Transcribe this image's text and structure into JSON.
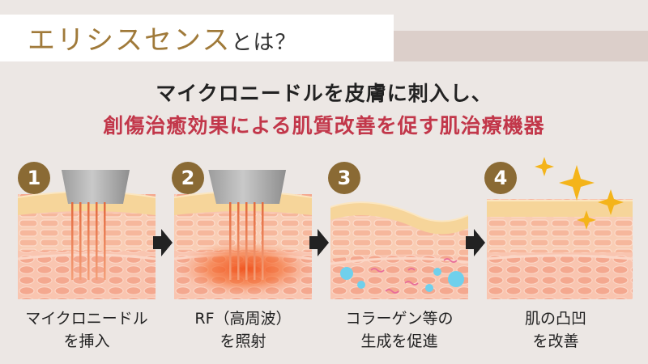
{
  "title": {
    "main": "エリシスセンス",
    "suffix": "とは？"
  },
  "headline": {
    "line1": "マイクロニードルを皮膚に刺入し、",
    "line2": "創傷治癒効果による肌質改善を促す肌治療機器"
  },
  "steps": [
    {
      "number": "1",
      "caption_line1": "マイクロニードル",
      "caption_line2": "を挿入"
    },
    {
      "number": "2",
      "caption_line1": "RF（高周波）",
      "caption_line2": "を照射"
    },
    {
      "number": "3",
      "caption_line1": "コラーゲン等の",
      "caption_line2": "生成を促進"
    },
    {
      "number": "4",
      "caption_line1": "肌の凸凹",
      "caption_line2": "を改善"
    }
  ],
  "colors": {
    "accent_gold": "#a07a3a",
    "badge_brown": "#8a6a34",
    "headline_red": "#c2374a",
    "skin_top": "#f6d59a",
    "skin_mid": "#f7c3ae",
    "skin_cells": "#f6b09a",
    "needle_red": "#e0593a",
    "rf_glow": "#f05a1e",
    "collagen_blue": "#6fd0ec",
    "sparkle": "#f4b41a"
  },
  "icons": [
    "arrow-right-icon",
    "sparkle-icon",
    "needle-device-icon"
  ]
}
